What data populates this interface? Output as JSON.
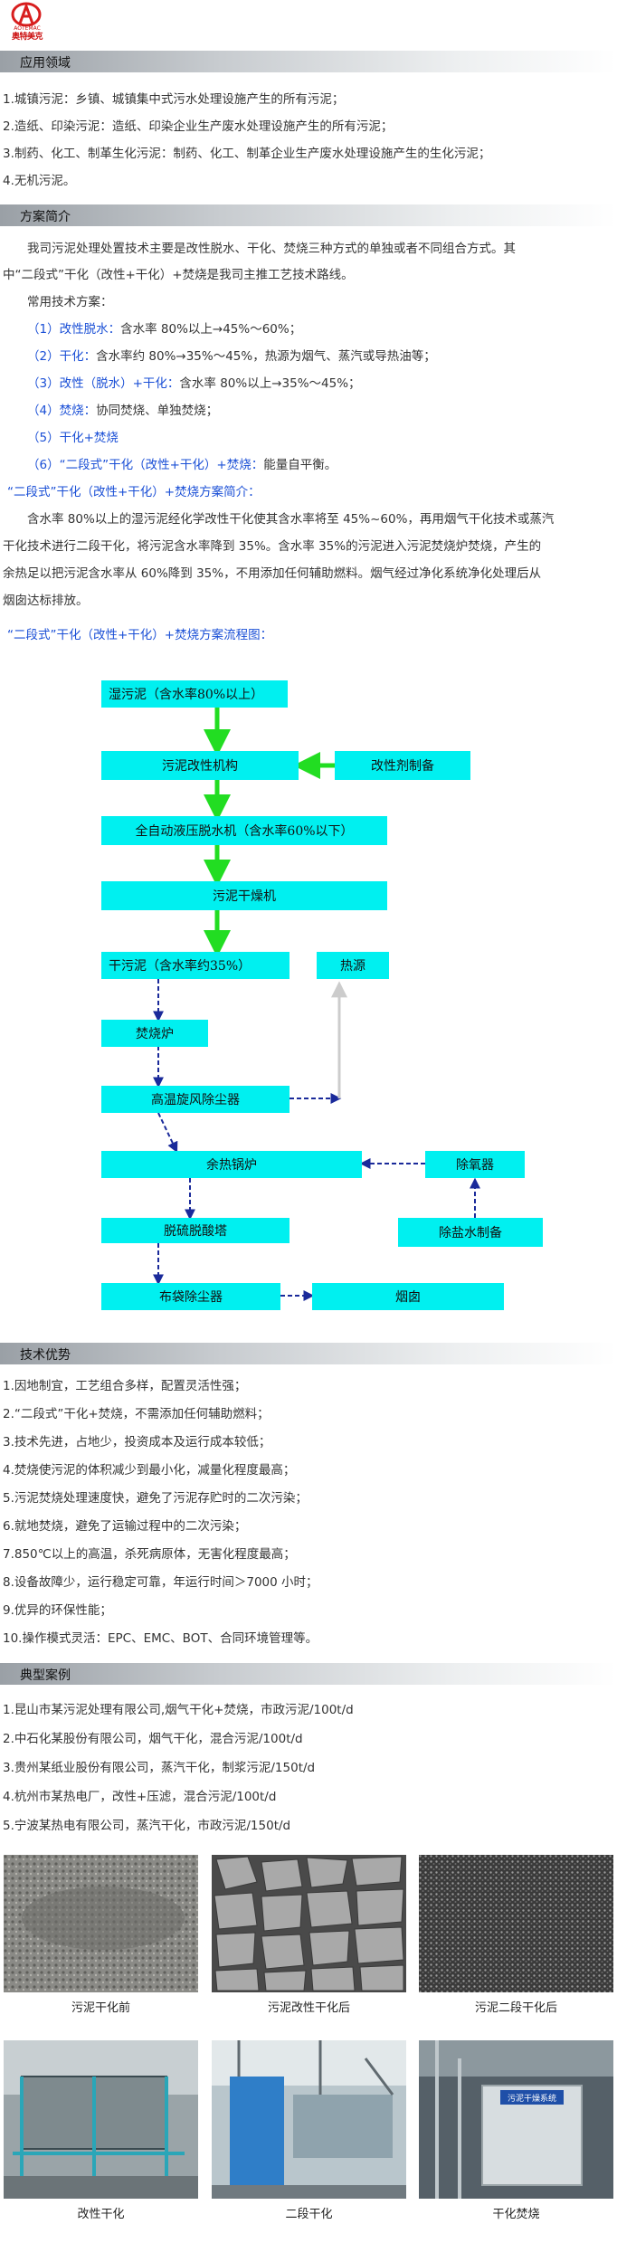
{
  "logo": {
    "brand": "奥特美克",
    "brand_en": "AOTEMAC"
  },
  "sections": {
    "application": {
      "title": "应用领域",
      "items": [
        "1.城镇污泥：乡镇、城镇集中式污水处理设施产生的所有污泥；",
        "2.造纸、印染污泥：造纸、印染企业生产废水处理设施产生的所有污泥；",
        "3.制药、化工、制革生化污泥：制药、化工、制革企业生产废水处理设施产生的生化污泥；",
        "4.无机污泥。"
      ]
    },
    "scheme": {
      "title": "方案简介",
      "intro1": "我司污泥处理处置技术主要是改性脱水、干化、焚烧三种方式的单独或者不同组合方式。其",
      "intro2": "中“二段式”干化（改性+干化）+焚烧是我司主推工艺技术路线。",
      "common_label": "常用技术方案：",
      "options": [
        {
          "label": "（1）改性脱水：",
          "text": "含水率 80%以上→45%～60%；"
        },
        {
          "label": "（2）干化：",
          "text": "含水率约 80%→35%～45%，热源为烟气、蒸汽或导热油等；"
        },
        {
          "label": "（3）改性（脱水）+干化：",
          "text": "含水率 80%以上→35%～45%；"
        },
        {
          "label": "（4）焚烧：",
          "text": "协同焚烧、单独焚烧；"
        },
        {
          "label": "（5）干化+焚烧",
          "text": ""
        },
        {
          "label": "（6）“二段式”干化（改性+干化）+焚烧：",
          "text": "能量自平衡。"
        }
      ],
      "two_stage_title": "“二段式”干化（改性+干化）+焚烧方案简介：",
      "two_stage_lines": [
        "含水率 80%以上的湿污泥经化学改性干化使其含水率将至 45%~60%，再用烟气干化技术或蒸汽",
        "干化技术进行二段干化，将污泥含水率降到 35%。含水率 35%的污泥进入污泥焚烧炉焚烧，产生的",
        "余热足以把污泥含水率从 60%降到 35%，不用添加任何辅助燃料。烟气经过净化系统净化处理后从",
        "烟囱达标排放。"
      ],
      "flow_title": "“二段式”干化（改性+干化）+焚烧方案流程图："
    },
    "flow": {
      "colors": {
        "box": "#00f0f0",
        "green": "#22dd22",
        "navy": "#1a2a9a",
        "gray": "#cccccc"
      },
      "nodes": {
        "wet": "湿污泥（含水率80%以上）",
        "modify": "污泥改性机构",
        "agent": "改性剂制备",
        "press": "全自动液压脱水机（含水率60%以下）",
        "dryer": "污泥干燥机",
        "dry": "干污泥（含水率约35%）",
        "heat": "热源",
        "incinerator": "焚烧炉",
        "cyclone": "高温旋风除尘器",
        "boiler": "余热锅炉",
        "deox": "除氧器",
        "desalt": "除盐水制备",
        "desulf": "脱硫脱酸塔",
        "bag": "布袋除尘器",
        "chimney": "烟囱"
      }
    },
    "advantages": {
      "title": "技术优势",
      "items": [
        "1.因地制宜，工艺组合多样，配置灵活性强；",
        "2.“二段式”干化+焚烧，不需添加任何辅助燃料；",
        "3.技术先进，占地少，投资成本及运行成本较低；",
        "4.焚烧使污泥的体积减少到最小化，减量化程度最高；",
        "5.污泥焚烧处理速度快，避免了污泥存贮时的二次污染；",
        "6.就地焚烧，避免了运输过程中的二次污染；",
        "7.850℃以上的高温，杀死病原体，无害化程度最高；",
        "8.设备故障少，运行稳定可靠，年运行时间＞7000 小时；",
        "9.优异的环保性能；",
        "10.操作模式灵活：EPC、EMC、BOT、合同环境管理等。"
      ]
    },
    "cases": {
      "title": "典型案例",
      "items": [
        "1.昆山市某污泥处理有限公司,烟气干化+焚烧，市政污泥/100t/d",
        "2.中石化某股份有限公司，烟气干化，混合污泥/100t/d",
        "3.贵州某纸业股份有限公司，蒸汽干化，制浆污泥/150t/d",
        "4.杭州市某热电厂，改性+压滤，混合污泥/100t/d",
        "5.宁波某热电有限公司，蒸汽干化，市政污泥/150t/d"
      ],
      "photos": [
        {
          "caption": "污泥干化前"
        },
        {
          "caption": "污泥改性干化后"
        },
        {
          "caption": "污泥二段干化后"
        },
        {
          "caption": "改性干化"
        },
        {
          "caption": "二段干化"
        },
        {
          "caption": "干化焚烧"
        }
      ],
      "sign_text": "污泥干燥系统"
    }
  }
}
